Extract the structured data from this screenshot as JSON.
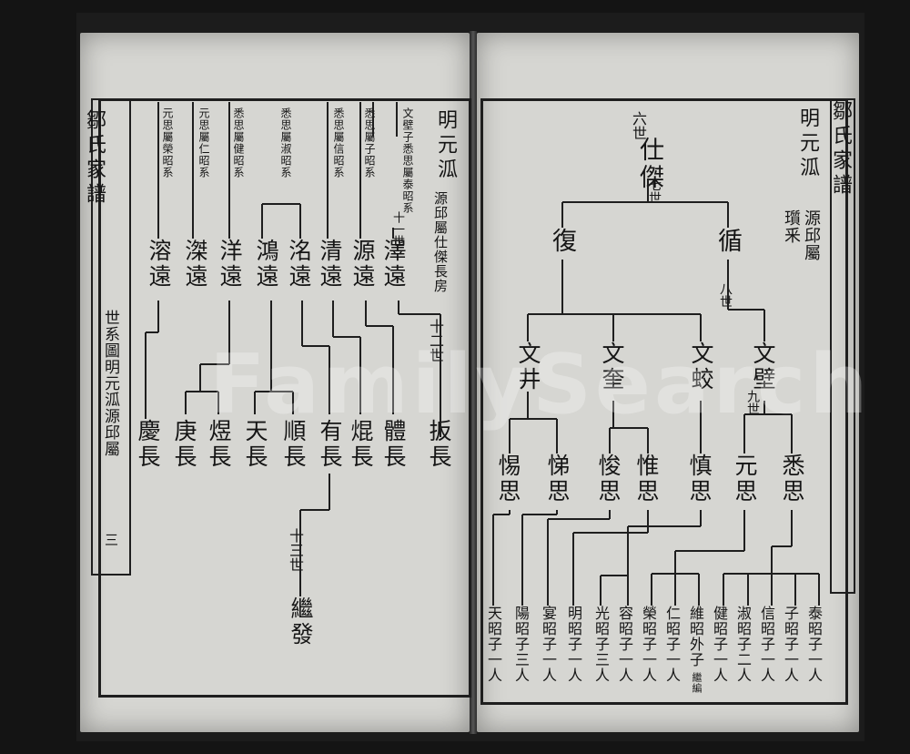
{
  "left_page": {
    "header_title": "明元泒",
    "header_sub": "源邱屬仕傑長房",
    "spine_title": "鄒氏家譜",
    "spine_text": "世系圖明元泒源邱屬",
    "page_number": "三",
    "gen_12": "十二世",
    "gen_13": "十三世",
    "notes": [
      "文壁子悉思屬泰昭系",
      "悉思屬子昭系",
      "悉思屬信昭系",
      "悉思屬淑昭系",
      "悉思屬健昭系",
      "元思屬仁昭系",
      "元思屬榮昭系"
    ],
    "note_gen": "十一世",
    "row1": [
      "澤遠",
      "源遠",
      "清遠",
      "洺遠",
      "鴻遠",
      "洋遠",
      "滐遠",
      "溶遠"
    ],
    "row2": [
      "扳長",
      "體長",
      "焜長",
      "有長",
      "順長",
      "天長",
      "煜長",
      "庚長",
      "慶長"
    ],
    "row3": [
      "繼發"
    ]
  },
  "right_page": {
    "header_title": "明元泒",
    "header_sub": "源邱屬",
    "header_sub2": "瓆釆",
    "spine_title": "鄒氏家譜",
    "gen_6": "六世",
    "root": "仕傑",
    "gen_7": "七世",
    "gen7_nodes": [
      "循",
      "復"
    ],
    "gen_8": "八世",
    "gen8_nodes": [
      "文壁",
      "文蛟",
      "文奎",
      "文井"
    ],
    "gen_9": "九世",
    "gen9_nodes": [
      "悉思",
      "元思",
      "慎思",
      "惟思",
      "悛思",
      "悌思",
      "惕思"
    ],
    "gen10_nodes": [
      "泰昭子一人",
      "子昭子一人",
      "信昭子一人",
      "淑昭子二人",
      "健昭子一人",
      "維昭外子",
      "仁昭子一人",
      "榮昭子一人",
      "容昭子一人",
      "光昭子三人",
      "明昭子一人",
      "宴昭子一人",
      "陽昭子三人",
      "天昭子一人"
    ],
    "footnote": "繼編"
  },
  "watermark": "FamilySearch"
}
